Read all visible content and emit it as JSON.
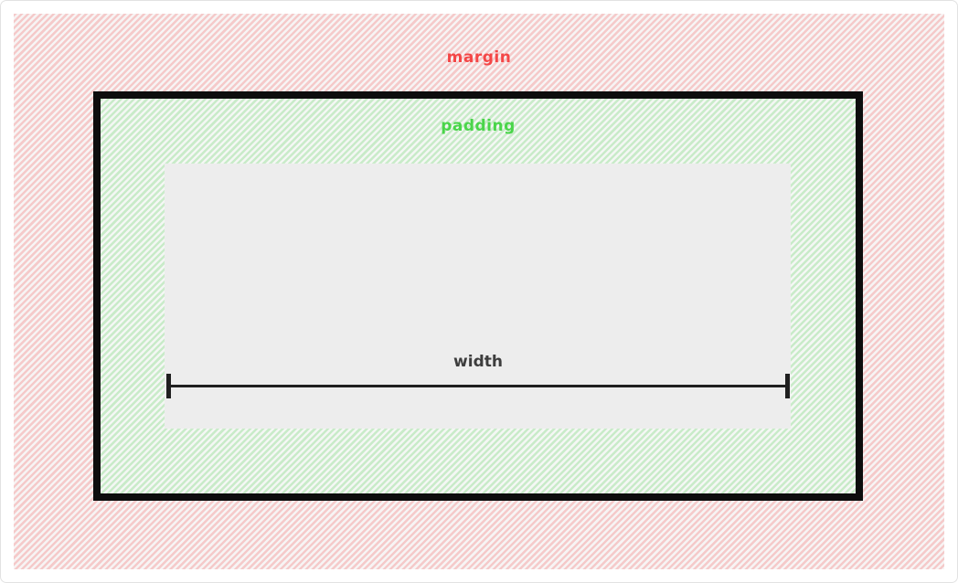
{
  "labels": {
    "margin": "margin",
    "padding": "padding",
    "width": "width"
  },
  "colors": {
    "frame_border": "#e2e2e2",
    "margin_stripe": "#f5caca",
    "margin_bg": "#f7f4f4",
    "margin_text": "#f44747",
    "border_color": "#0d0d0d",
    "padding_stripe": "#c9ebc9",
    "padding_bg": "#f4f7f4",
    "padding_text": "#4ad54a",
    "content_bg": "#ededed",
    "width_text": "#3d3d3d",
    "measure_color": "#1f1f1f"
  }
}
